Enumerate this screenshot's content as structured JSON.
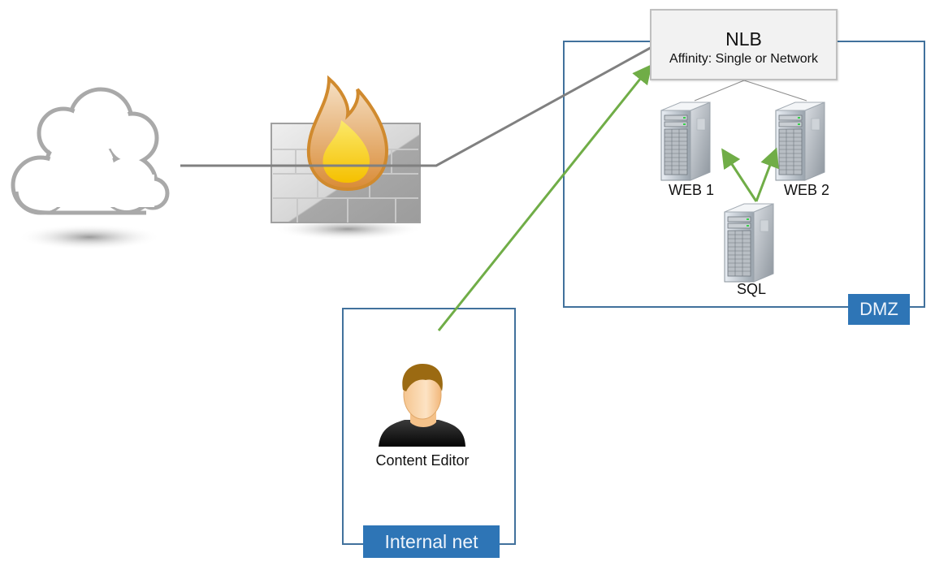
{
  "diagram": {
    "nodes": {
      "internet": {
        "icon": "cloud-icon"
      },
      "firewall": {
        "icon": "firewall-icon"
      },
      "nlb": {
        "title": "NLB",
        "subtitle": "Affinity: Single or Network"
      },
      "web1": {
        "label": "WEB 1",
        "icon": "server-icon"
      },
      "web2": {
        "label": "WEB 2",
        "icon": "server-icon"
      },
      "sql": {
        "label": "SQL",
        "icon": "server-icon"
      },
      "editor": {
        "label": "Content Editor",
        "icon": "user-icon"
      }
    },
    "zones": {
      "dmz": {
        "label": "DMZ"
      },
      "internal": {
        "label": "Internal net"
      }
    },
    "connections": [
      {
        "from": "internet",
        "to": "nlb",
        "via": "firewall",
        "style": "gray-line"
      },
      {
        "from": "nlb",
        "to": "web1",
        "style": "thin-line"
      },
      {
        "from": "nlb",
        "to": "web2",
        "style": "thin-line"
      },
      {
        "from": "sql",
        "to": "web1",
        "style": "green-arrow"
      },
      {
        "from": "sql",
        "to": "web2",
        "style": "green-arrow"
      },
      {
        "from": "editor",
        "to": "nlb",
        "style": "green-arrow"
      }
    ],
    "colors": {
      "zone_border": "#41719c",
      "zone_tag": "#2e75b6",
      "arrow": "#70ad47",
      "link": "#808080"
    }
  }
}
